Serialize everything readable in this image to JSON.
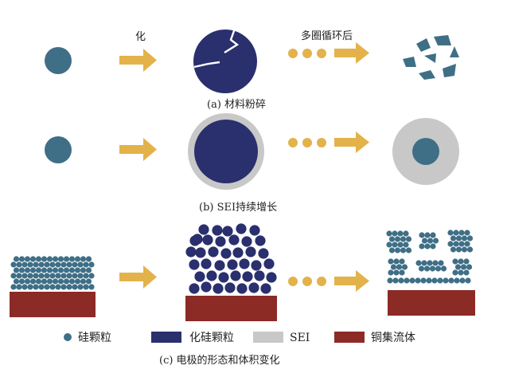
{
  "colors": {
    "silicon": "#3f6f86",
    "lithiated_silicon": "#2a2f6e",
    "sei": "#c8c8c8",
    "copper": "#8c2a26",
    "arrow": "#e3b24a"
  },
  "row_a": {
    "arrow_label": "化",
    "cycles_label": "多圈循环后",
    "caption": "(a) 材料粉碎"
  },
  "row_b": {
    "caption": "(b) SEI持续增长"
  },
  "row_c": {
    "caption": "(c) 电极的形态和体积变化"
  },
  "legend": [
    {
      "label": "硅颗粒",
      "swatch": "dot",
      "color_key": "silicon"
    },
    {
      "label": "化硅颗粒",
      "swatch": "rect",
      "color_key": "lithiated_silicon"
    },
    {
      "label": "SEI",
      "swatch": "rect",
      "color_key": "sei"
    },
    {
      "label": "铜集流体",
      "swatch": "rect",
      "color_key": "copper"
    }
  ]
}
